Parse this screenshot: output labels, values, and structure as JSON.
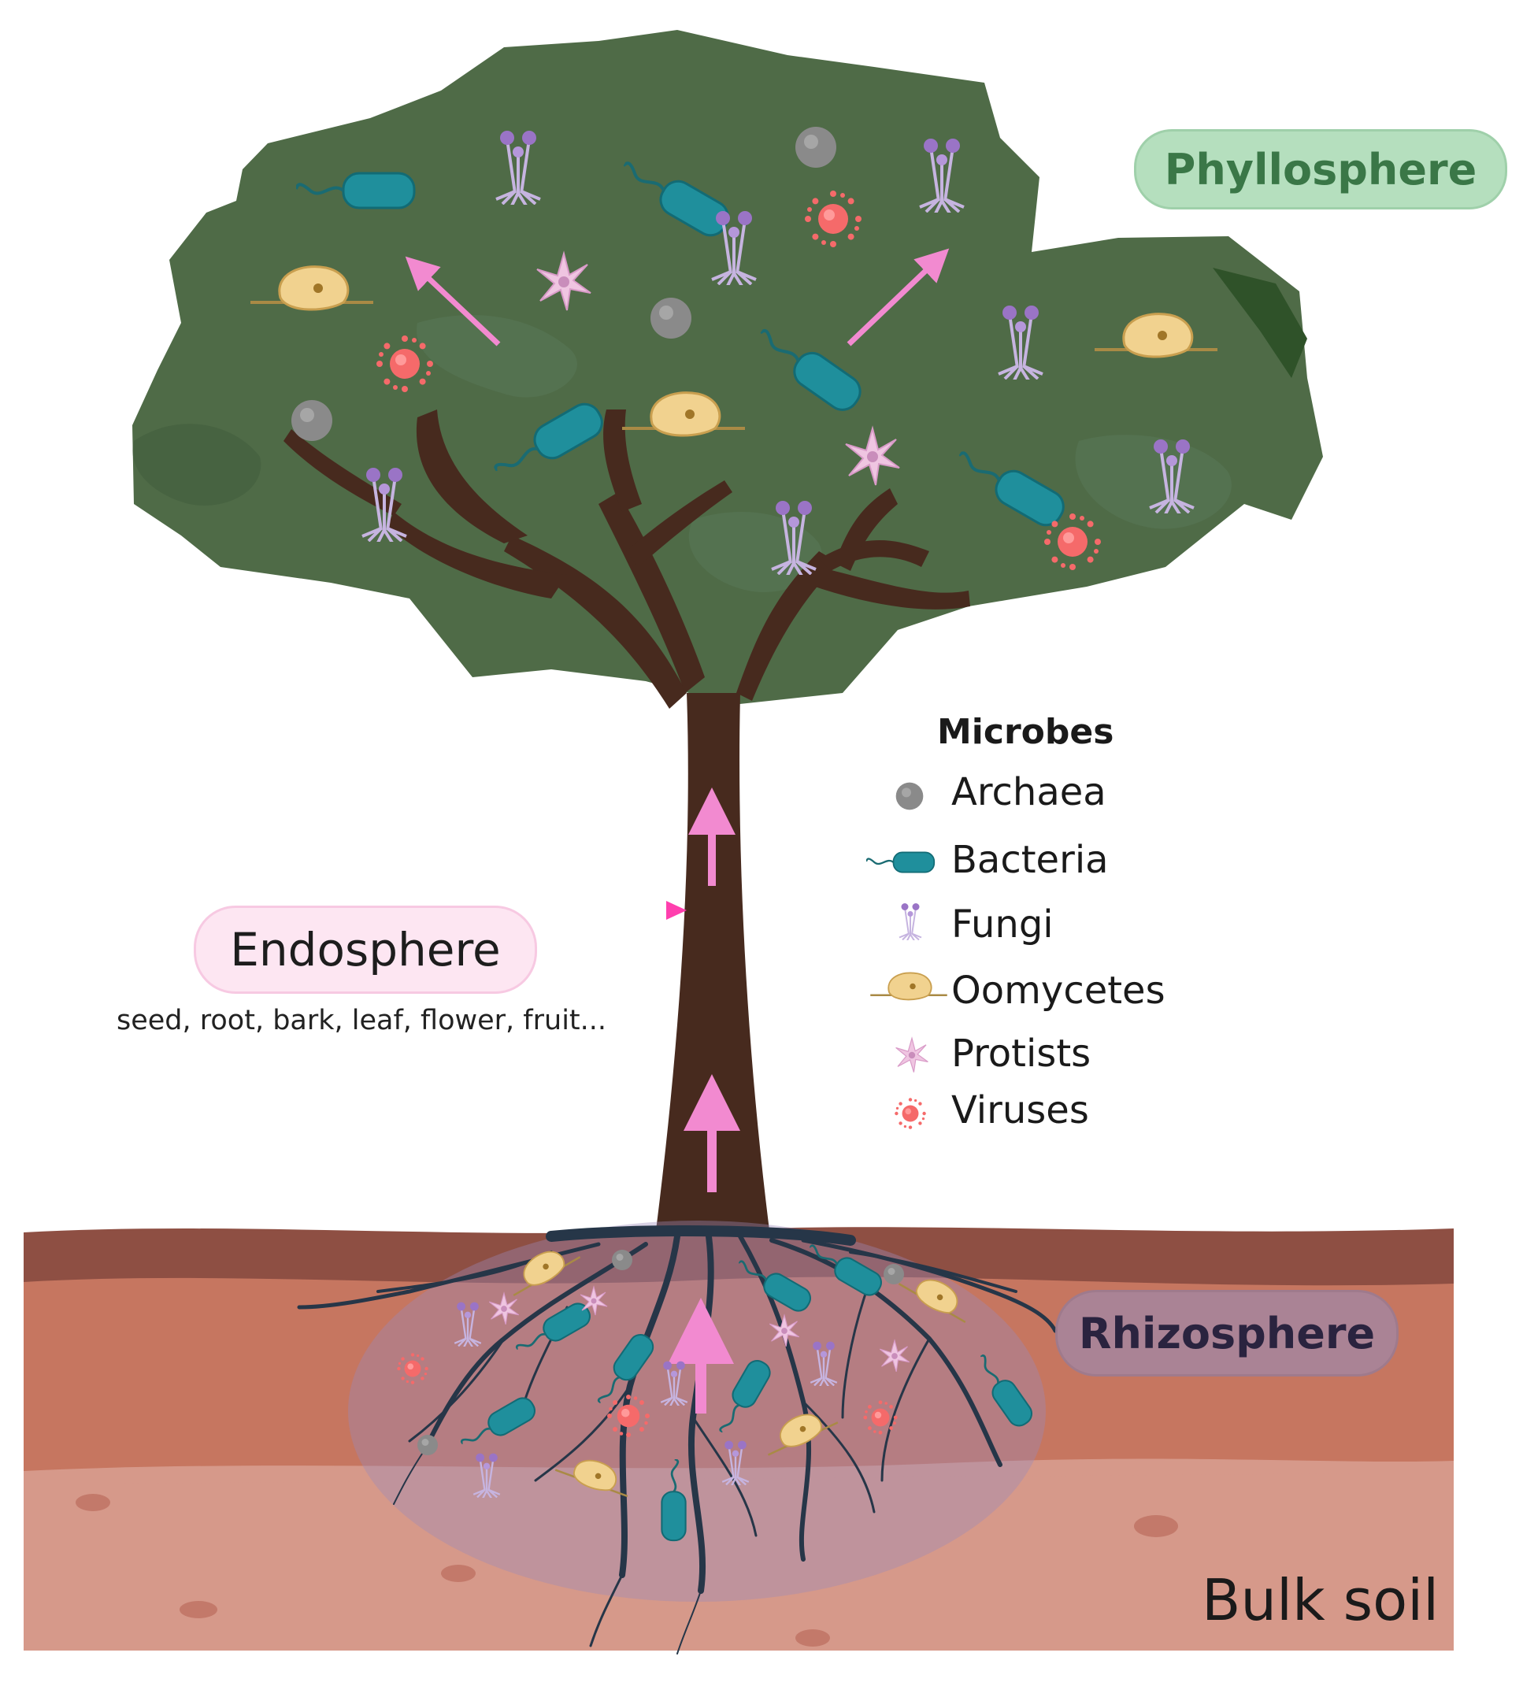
{
  "labels": {
    "phyllosphere": "Phyllosphere",
    "endosphere": "Endosphere",
    "endosphere_sub": "seed, root, bark, leaf, flower, fruit...",
    "rhizosphere": "Rhizosphere",
    "bulk_soil": "Bulk soil"
  },
  "legend": {
    "title": "Microbes",
    "items": [
      {
        "label": "Archaea",
        "icon": "archaea-icon"
      },
      {
        "label": "Bacteria",
        "icon": "bacteria-icon"
      },
      {
        "label": "Fungi",
        "icon": "fungi-icon"
      },
      {
        "label": "Oomycetes",
        "icon": "oomycetes-icon"
      },
      {
        "label": "Protists",
        "icon": "protists-icon"
      },
      {
        "label": "Viruses",
        "icon": "viruses-icon"
      }
    ]
  },
  "colors": {
    "foliage": "#4f6b47",
    "foliage_dark": "#2f5229",
    "trunk": "#472a1e",
    "root": "#263648",
    "soil_top": "#8e4f43",
    "soil_mid": "#c67660",
    "soil_bottom": "#d6998a",
    "arrow": "#f28ad0",
    "archaea": "#8a8a8a",
    "bacteria": "#1f8f9c",
    "fungi": "#a585cb",
    "oomycetes": "#f1d28f",
    "protists": "#efc5e1",
    "viruses": "#f56a6a"
  }
}
